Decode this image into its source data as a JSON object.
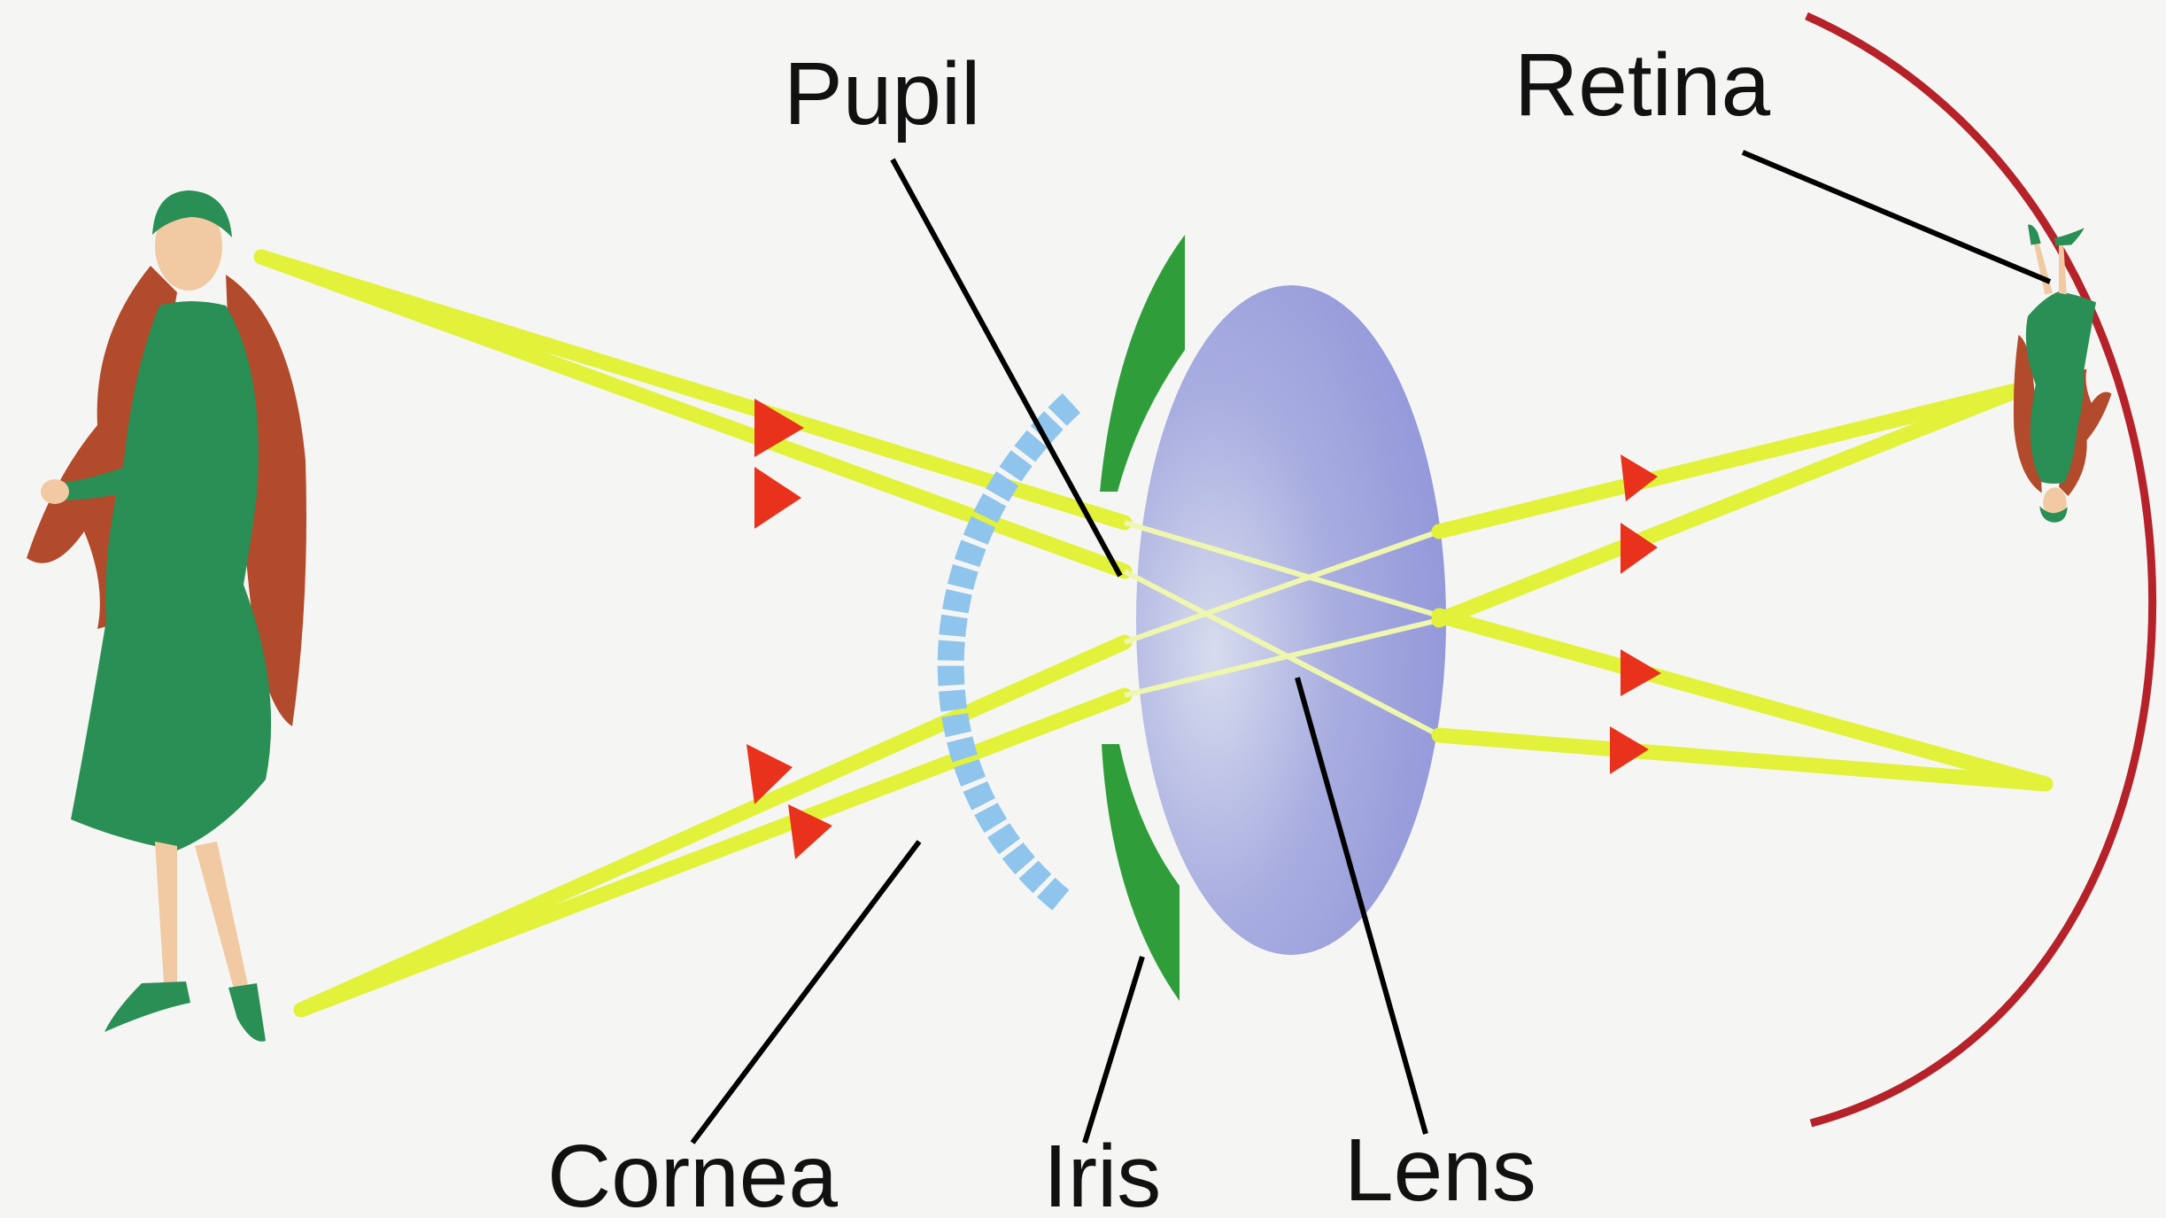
{
  "labels": {
    "pupil": "Pupil",
    "retina": "Retina",
    "cornea": "Cornea",
    "iris": "Iris",
    "lens": "Lens"
  },
  "colors": {
    "background": "#f5f6f4",
    "ray": "#e2f23a",
    "ray_inner": "#eef6b0",
    "arrow": "#e8321c",
    "cornea": "#8fc5ec",
    "iris": "#2f9e3a",
    "lens": "#9aa0dc",
    "retina": "#b5222a",
    "dress": "#2a8f55",
    "fur": "#b24a2c",
    "skin": "#f1c9a2",
    "leader_line": "#000000"
  }
}
